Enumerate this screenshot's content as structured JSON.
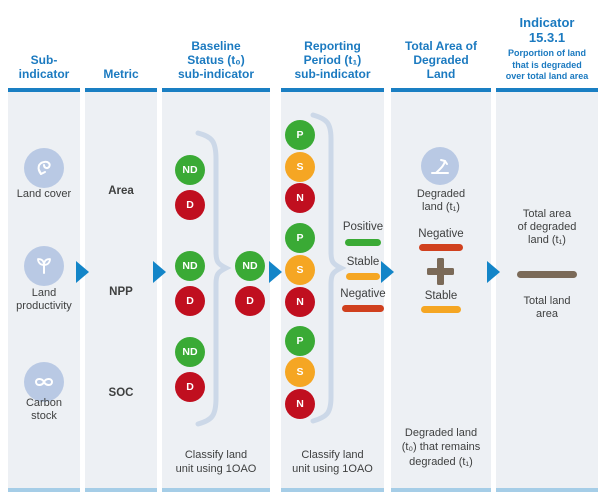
{
  "colors": {
    "header_text": "#1b7ac0",
    "top_bar": "#1a7fc3",
    "bottom_bar": "#a5cde7",
    "column_bg": "#edf0f4",
    "arrow": "#1385c8",
    "green": "#3aaa35",
    "orange": "#f5a623",
    "red_circle": "#c00f1f",
    "red_bar": "#d0401e",
    "brown": "#7b6a58",
    "icon_circle_bg": "#b9c9e4",
    "brace": "#ccd8e8",
    "text": "#3f4040"
  },
  "columns": {
    "sub_indicator": {
      "header": "Sub-\nindicator",
      "items": [
        {
          "icon": "land-cover-icon",
          "label": "Land cover"
        },
        {
          "icon": "land-productivity-icon",
          "label": "Land\nproductivity"
        },
        {
          "icon": "carbon-stock-icon",
          "label": "Carbon\nstock"
        }
      ]
    },
    "metric": {
      "header": "Metric",
      "items": [
        "Area",
        "NPP",
        "SOC"
      ]
    },
    "baseline": {
      "header": "Baseline\nStatus (t₀)\nsub-indicator",
      "pairs": [
        [
          "ND",
          "D"
        ],
        [
          "ND",
          "D"
        ],
        [
          "ND",
          "D"
        ]
      ],
      "result": [
        "ND",
        "D"
      ],
      "footer": "Classify land\nunit using 1OAO"
    },
    "reporting": {
      "header": "Reporting\nPeriod (t₁)\nsub-indicator",
      "groups": [
        [
          "P",
          "S",
          "N"
        ],
        [
          "P",
          "S",
          "N"
        ],
        [
          "P",
          "S",
          "N"
        ]
      ],
      "legend": [
        {
          "label": "Positive",
          "color": "#3aaa35"
        },
        {
          "label": "Stable",
          "color": "#f5a623"
        },
        {
          "label": "Negative",
          "color": "#d0401e"
        }
      ],
      "footer": "Classify land\nunit using 1OAO"
    },
    "total_area": {
      "header": "Total Area of\nDegraded\nLand",
      "icon": "degraded-land-icon",
      "icon_label": "Degraded\nland (t₁)",
      "negative_label": "Negative",
      "stable_label": "Stable",
      "footer": "Degraded land\n(t₀) that remains\ndegraded (t₁)"
    },
    "indicator": {
      "header_title": "Indicator\n15.3.1",
      "header_subtitle": "Porportion of land\nthat is degraded\nover total land area",
      "numerator": "Total area\nof degraded\nland (t₁)",
      "denominator": "Total land\narea"
    }
  }
}
